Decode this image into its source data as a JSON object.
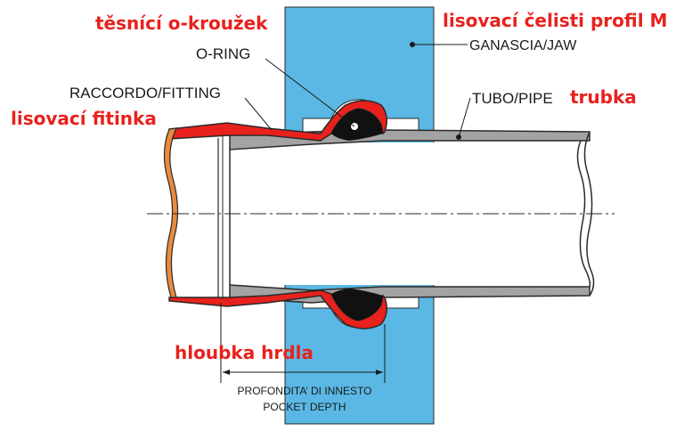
{
  "labels": {
    "o_ring_cz": "těsnící o-kroužek",
    "jaw_cz": "lisovací čelisti profil M",
    "o_ring": "O-RING",
    "jaw": "GANASCIA/JAW",
    "fitting": "RACCORDO/FITTING",
    "fitting_cz": "lisovací fitinka",
    "pipe": "TUBO/PIPE",
    "pipe_cz": "trubka",
    "depth_cz": "hloubka hrdla",
    "depth_line1": "PROFONDITA’ DI INNESTO",
    "depth_line2": "POCKET DEPTH"
  },
  "colors": {
    "jaw_fill": "#5bb8e4",
    "fitting_red": "#e8211d",
    "pipe_gray": "#a3a3a3",
    "o_ring_black": "#111111",
    "fitting_end_orange": "#e98a3c",
    "label_red": "#e8211d"
  }
}
